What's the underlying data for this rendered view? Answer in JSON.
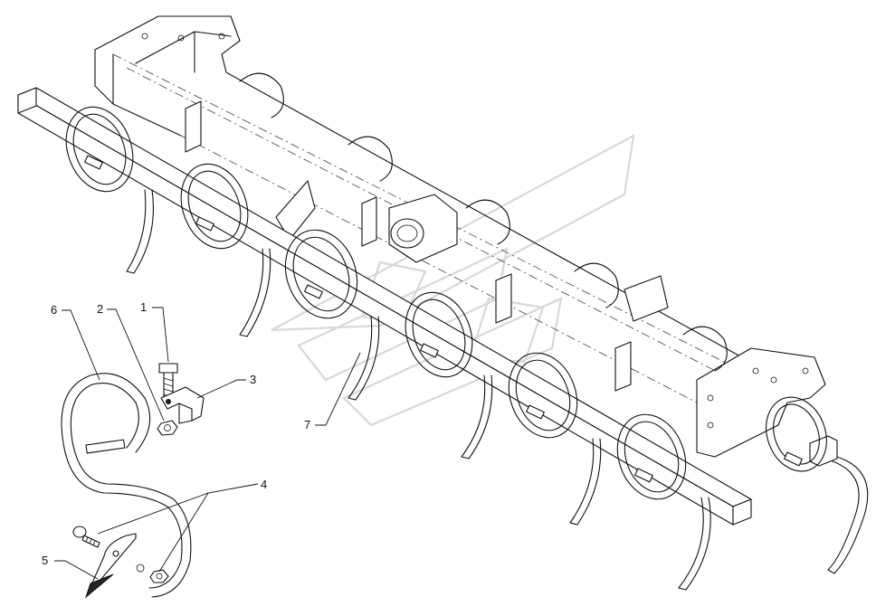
{
  "diagram": {
    "callouts": [
      {
        "id": "callout-1",
        "label": "1"
      },
      {
        "id": "callout-2",
        "label": "2"
      },
      {
        "id": "callout-3",
        "label": "3"
      },
      {
        "id": "callout-4",
        "label": "4"
      },
      {
        "id": "callout-5",
        "label": "5"
      },
      {
        "id": "callout-6",
        "label": "6"
      },
      {
        "id": "callout-7",
        "label": "7"
      }
    ]
  }
}
